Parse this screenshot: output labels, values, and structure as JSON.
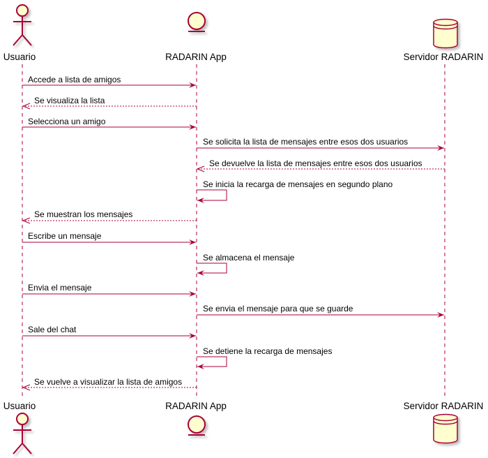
{
  "participants": [
    {
      "id": "usuario",
      "name": "Usuario",
      "kind": "actor"
    },
    {
      "id": "app",
      "name": "RADARIN App",
      "kind": "entity"
    },
    {
      "id": "servidor",
      "name": "Servidor RADARIN",
      "kind": "database"
    }
  ],
  "messages": [
    {
      "from": "usuario",
      "to": "app",
      "text": "Accede a lista de amigos",
      "style": "sync"
    },
    {
      "from": "app",
      "to": "usuario",
      "text": "Se visualiza la lista",
      "style": "reply"
    },
    {
      "from": "usuario",
      "to": "app",
      "text": "Selecciona un amigo",
      "style": "sync"
    },
    {
      "from": "app",
      "to": "servidor",
      "text": "Se solicita la lista de mensajes entre esos dos usuarios",
      "style": "sync"
    },
    {
      "from": "servidor",
      "to": "app",
      "text": "Se devuelve la lista de mensajes entre esos dos usuarios",
      "style": "reply"
    },
    {
      "from": "app",
      "to": "app",
      "text": "Se inicia la recarga de mensajes en segundo plano",
      "style": "self"
    },
    {
      "from": "app",
      "to": "usuario",
      "text": "Se muestran los mensajes",
      "style": "reply"
    },
    {
      "from": "usuario",
      "to": "app",
      "text": "Escribe un mensaje",
      "style": "sync"
    },
    {
      "from": "app",
      "to": "app",
      "text": "Se almacena el mensaje",
      "style": "self"
    },
    {
      "from": "usuario",
      "to": "app",
      "text": "Envia el mensaje",
      "style": "sync"
    },
    {
      "from": "app",
      "to": "servidor",
      "text": "Se envia el mensaje para que se guarde",
      "style": "sync"
    },
    {
      "from": "usuario",
      "to": "app",
      "text": "Sale del chat",
      "style": "sync"
    },
    {
      "from": "app",
      "to": "app",
      "text": "Se detiene la recarga de mensajes",
      "style": "self"
    },
    {
      "from": "app",
      "to": "usuario",
      "text": "Se vuelve a visualizar la lista de amigos",
      "style": "reply"
    }
  ],
  "colors": {
    "line": "#a80036",
    "fill": "#fefece",
    "shadow": "#c8c8c8",
    "text": "#000000"
  }
}
